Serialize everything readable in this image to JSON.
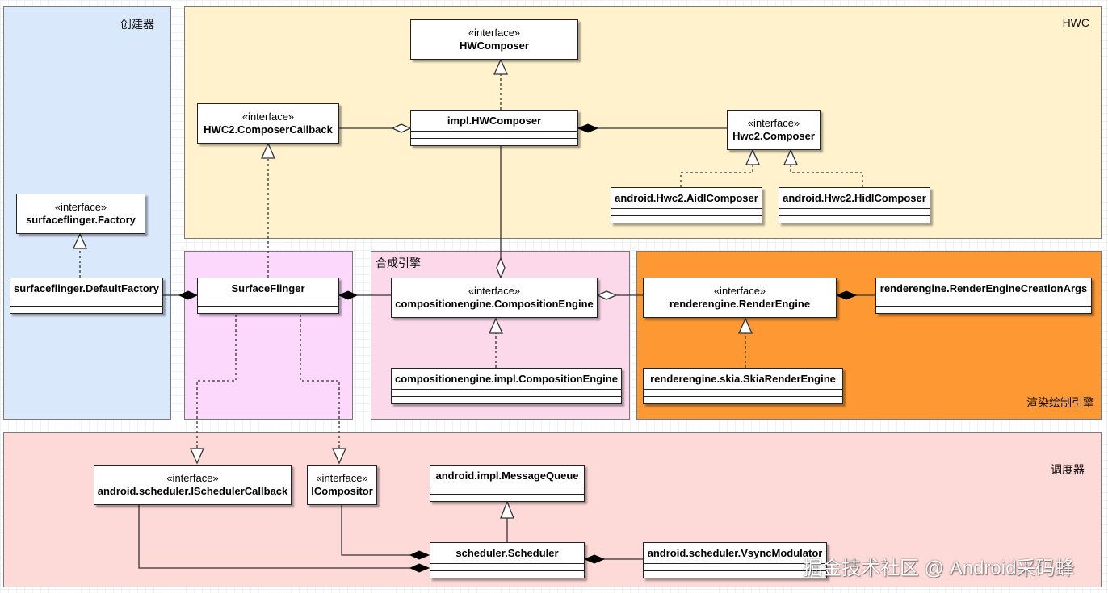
{
  "regions": {
    "creator": {
      "label": "创建器",
      "color": "#dae8fc"
    },
    "hwc": {
      "label": "HWC",
      "color": "#fff2cc"
    },
    "surfaceflinger": {
      "label": "",
      "color": "#fdd8fd"
    },
    "composition": {
      "label": "合成引擎",
      "color": "#fbd8ea"
    },
    "render": {
      "label": "渲染绘制引擎",
      "color": "#fd9832"
    },
    "scheduler": {
      "label": "调度器",
      "color": "#fdd9d7"
    }
  },
  "classes": {
    "hwcomposer_iface": {
      "stereotype": "«interface»",
      "name": "HWComposer"
    },
    "impl_hwcomposer": {
      "stereotype": "",
      "name": "impl.HWComposer"
    },
    "hwc2_composer_callback": {
      "stereotype": "«interface»",
      "name": "HWC2.ComposerCallback"
    },
    "hwc2_composer": {
      "stereotype": "«interface»",
      "name": "Hwc2.Composer"
    },
    "aidl_composer": {
      "stereotype": "",
      "name": "android.Hwc2.AidlComposer"
    },
    "hidl_composer": {
      "stereotype": "",
      "name": "android.Hwc2.HidlComposer"
    },
    "sf_factory": {
      "stereotype": "«interface»",
      "name": "surfaceflinger.Factory"
    },
    "sf_default_factory": {
      "stereotype": "",
      "name": "surfaceflinger.DefaultFactory"
    },
    "surface_flinger": {
      "stereotype": "",
      "name": "SurfaceFlinger"
    },
    "composition_engine": {
      "stereotype": "«interface»",
      "name": "compositionengine.CompositionEngine"
    },
    "composition_engine_impl": {
      "stereotype": "",
      "name": "compositionengine.impl.CompositionEngine"
    },
    "render_engine": {
      "stereotype": "«interface»",
      "name": "renderengine.RenderEngine"
    },
    "render_engine_args": {
      "stereotype": "",
      "name": "renderengine.RenderEngineCreationArgs"
    },
    "skia_render_engine": {
      "stereotype": "",
      "name": "renderengine.skia.SkiaRenderEngine"
    },
    "ischeduler_callback": {
      "stereotype": "«interface»",
      "name": "android.scheduler.ISchedulerCallback"
    },
    "icompositor": {
      "stereotype": "«interface»",
      "name": "ICompositor"
    },
    "message_queue": {
      "stereotype": "",
      "name": "android.impl.MessageQueue"
    },
    "scheduler": {
      "stereotype": "",
      "name": "scheduler.Scheduler"
    },
    "vsync_modulator": {
      "stereotype": "",
      "name": "android.scheduler.VsyncModulator"
    }
  },
  "watermark": "掘金技术社区 @ Android采码蜂"
}
